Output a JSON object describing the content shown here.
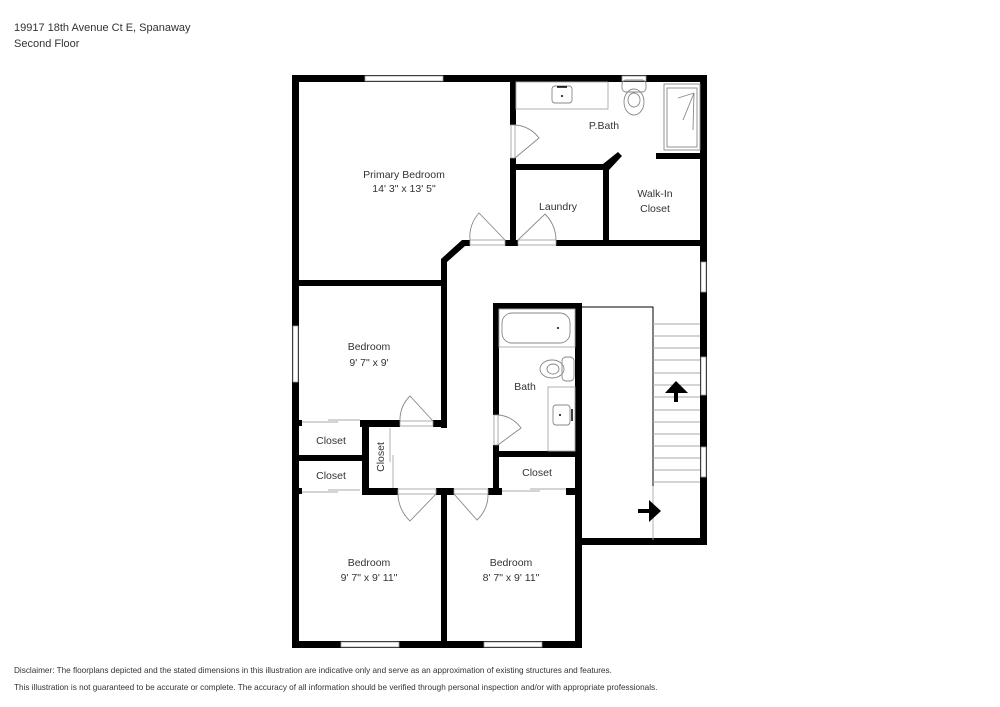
{
  "header": {
    "address": "19917 18th Avenue Ct E, Spanaway",
    "floor": "Second Floor"
  },
  "rooms": {
    "primary_bedroom": {
      "name": "Primary Bedroom",
      "dims": "14' 3\" x 13' 5\""
    },
    "pbath": {
      "name": "P.Bath"
    },
    "laundry": {
      "name": "Laundry"
    },
    "walkin_closet": {
      "name_line1": "Walk-In",
      "name_line2": "Closet"
    },
    "bedroom_2": {
      "name": "Bedroom",
      "dims": "9' 7\" x 9'"
    },
    "bath": {
      "name": "Bath"
    },
    "closet_a": {
      "name": "Closet"
    },
    "closet_b": {
      "name": "Closet"
    },
    "closet_c": {
      "name": "Closet"
    },
    "closet_d": {
      "name": "Closet"
    },
    "bedroom_3": {
      "name": "Bedroom",
      "dims": "9' 7\" x 9' 11\""
    },
    "bedroom_4": {
      "name": "Bedroom",
      "dims": "8' 7\" x 9' 11\""
    }
  },
  "colors": {
    "wall": "#000000",
    "fixture": "#888888",
    "text": "#333333"
  },
  "disclaimer": {
    "line1": "Disclaimer: The floorplans depicted and the stated dimensions in this illustration are indicative only and serve as an approximation of existing structures and features.",
    "line2": "This illustration is not guaranteed to be accurate or complete. The accuracy of all information should be verified through personal inspection and/or with appropriate professionals."
  }
}
